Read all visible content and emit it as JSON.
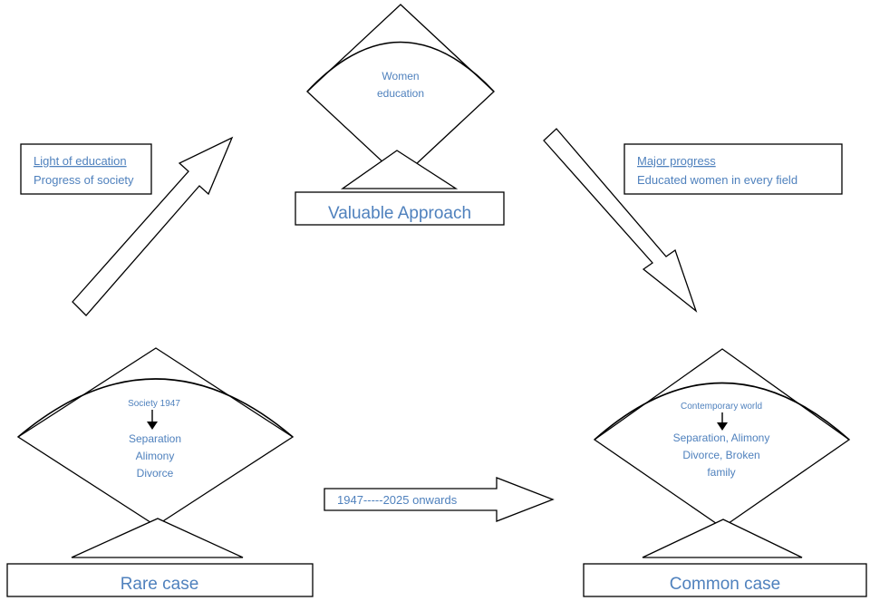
{
  "top": {
    "kite_lines": [
      "Women",
      "education"
    ],
    "base_label": "Valuable Approach"
  },
  "left_note": {
    "line1": "Light of education",
    "line2": "Progress of society"
  },
  "right_note": {
    "line1": "Major progress",
    "line2": "Educated women in every field"
  },
  "bottom_left": {
    "header": "Society 1947",
    "lines": [
      "Separation",
      "Alimony",
      "Divorce"
    ],
    "base_label": "Rare case"
  },
  "bottom_right": {
    "header": "Contemporary world",
    "lines": [
      "Separation, Alimony",
      "Divorce, Broken",
      "family"
    ],
    "base_label": "Common case"
  },
  "timeline": {
    "label": "1947-----2025 onwards"
  }
}
